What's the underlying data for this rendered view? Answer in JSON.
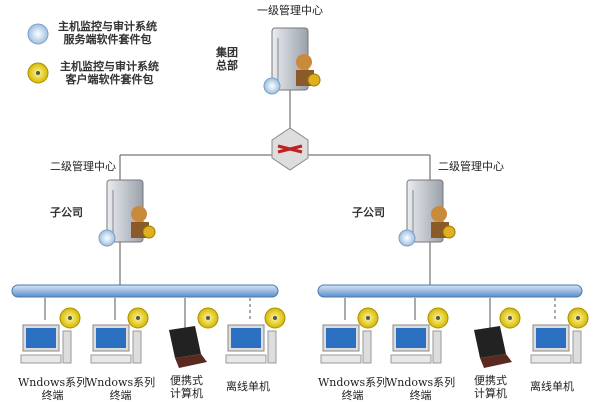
{
  "legend": [
    {
      "icon": "server-package-disc-icon",
      "line1": "主机监控与审计系统",
      "line2": "服务端软件套件包"
    },
    {
      "icon": "client-package-disc-icon",
      "line1": "主机监控与审计系统",
      "line2": "客户端软件套件包"
    }
  ],
  "top": {
    "title": "一级管理中心",
    "site_line1": "集团",
    "site_line2": "总部"
  },
  "left": {
    "title": "二级管理中心",
    "site": "子公司"
  },
  "right": {
    "title": "二级管理中心",
    "site": "子公司"
  },
  "devices": [
    {
      "type": "desktop",
      "line1": "Wndows系列",
      "line2": "终端"
    },
    {
      "type": "desktop",
      "line1": "Wndows系列",
      "line2": "终端"
    },
    {
      "type": "laptop",
      "line1": "便携式",
      "line2": "计算机"
    },
    {
      "type": "offline-desktop",
      "line1": "离线单机",
      "line2": ""
    }
  ],
  "colors": {
    "bus": "#5b8fc9",
    "line": "#555555",
    "disc": "#e8d21a",
    "server": "#c8ccd4"
  }
}
